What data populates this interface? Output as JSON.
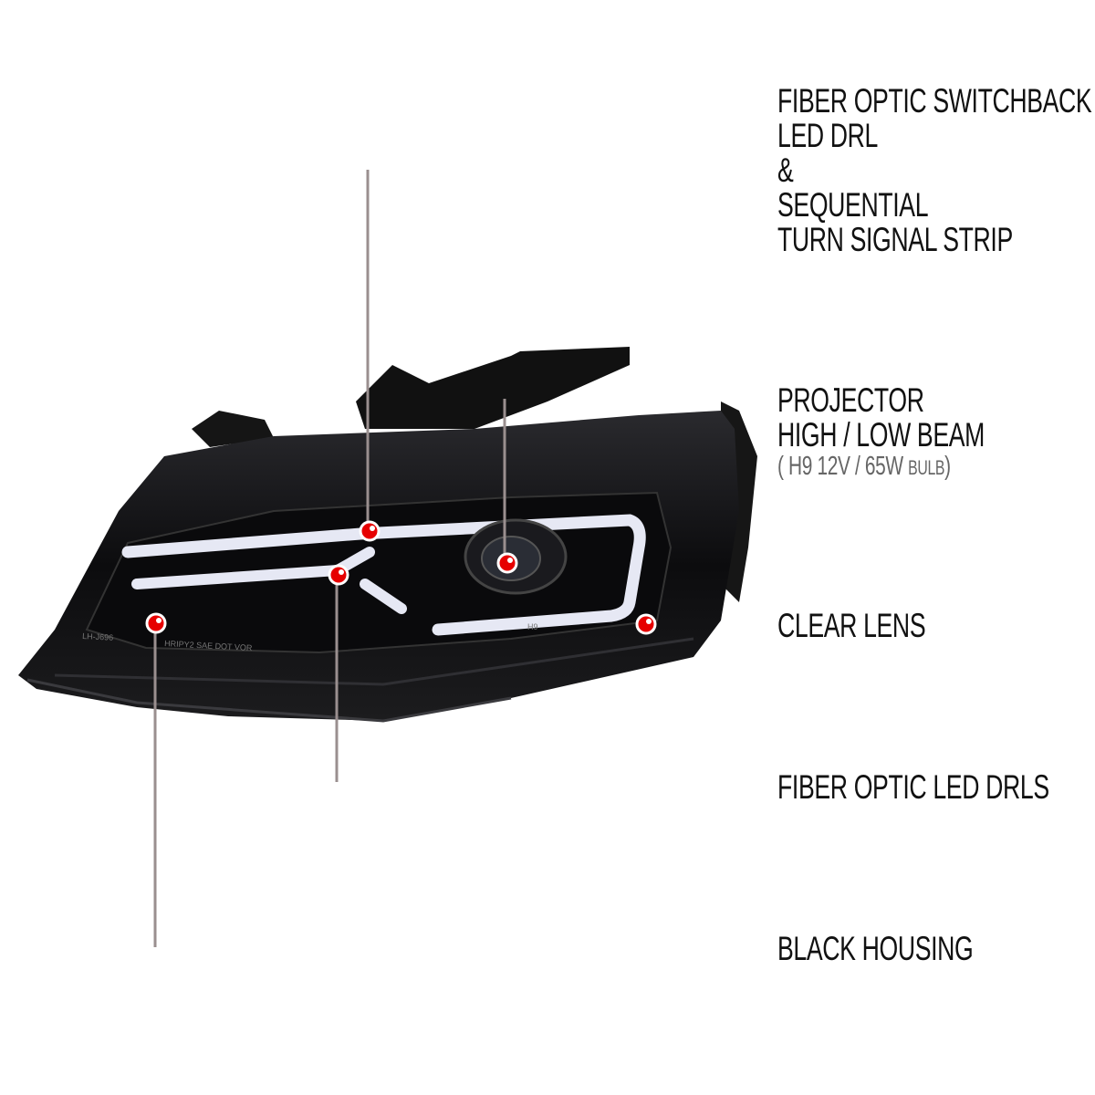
{
  "callouts": {
    "drl_switchback": {
      "lines": [
        "FIBER OPTIC SWITCHBACK",
        "LED DRL",
        "&",
        "SEQUENTIAL",
        "TURN SIGNAL STRIP"
      ]
    },
    "projector": {
      "lines": [
        "PROJECTOR",
        "HIGH / LOW BEAM"
      ],
      "spec_open": "(",
      "spec": "H9  12V / 65W",
      "spec_bulb": "BULB",
      "spec_close": ")"
    },
    "clear_lens": {
      "label": "CLEAR LENS"
    },
    "led_drls": {
      "label": "FIBER OPTIC LED DRLS"
    },
    "black_housing": {
      "label": "BLACK HOUSING"
    }
  },
  "lens_markings": {
    "code": "LH-J696",
    "cert": "HRIPY2 SAE DOT VOR",
    "bulb_mark": "H9"
  },
  "colors": {
    "dot": "#e60000",
    "leader_gray": "#9a8f8f",
    "leader_red": "#c0101a",
    "housing": "#111111"
  }
}
